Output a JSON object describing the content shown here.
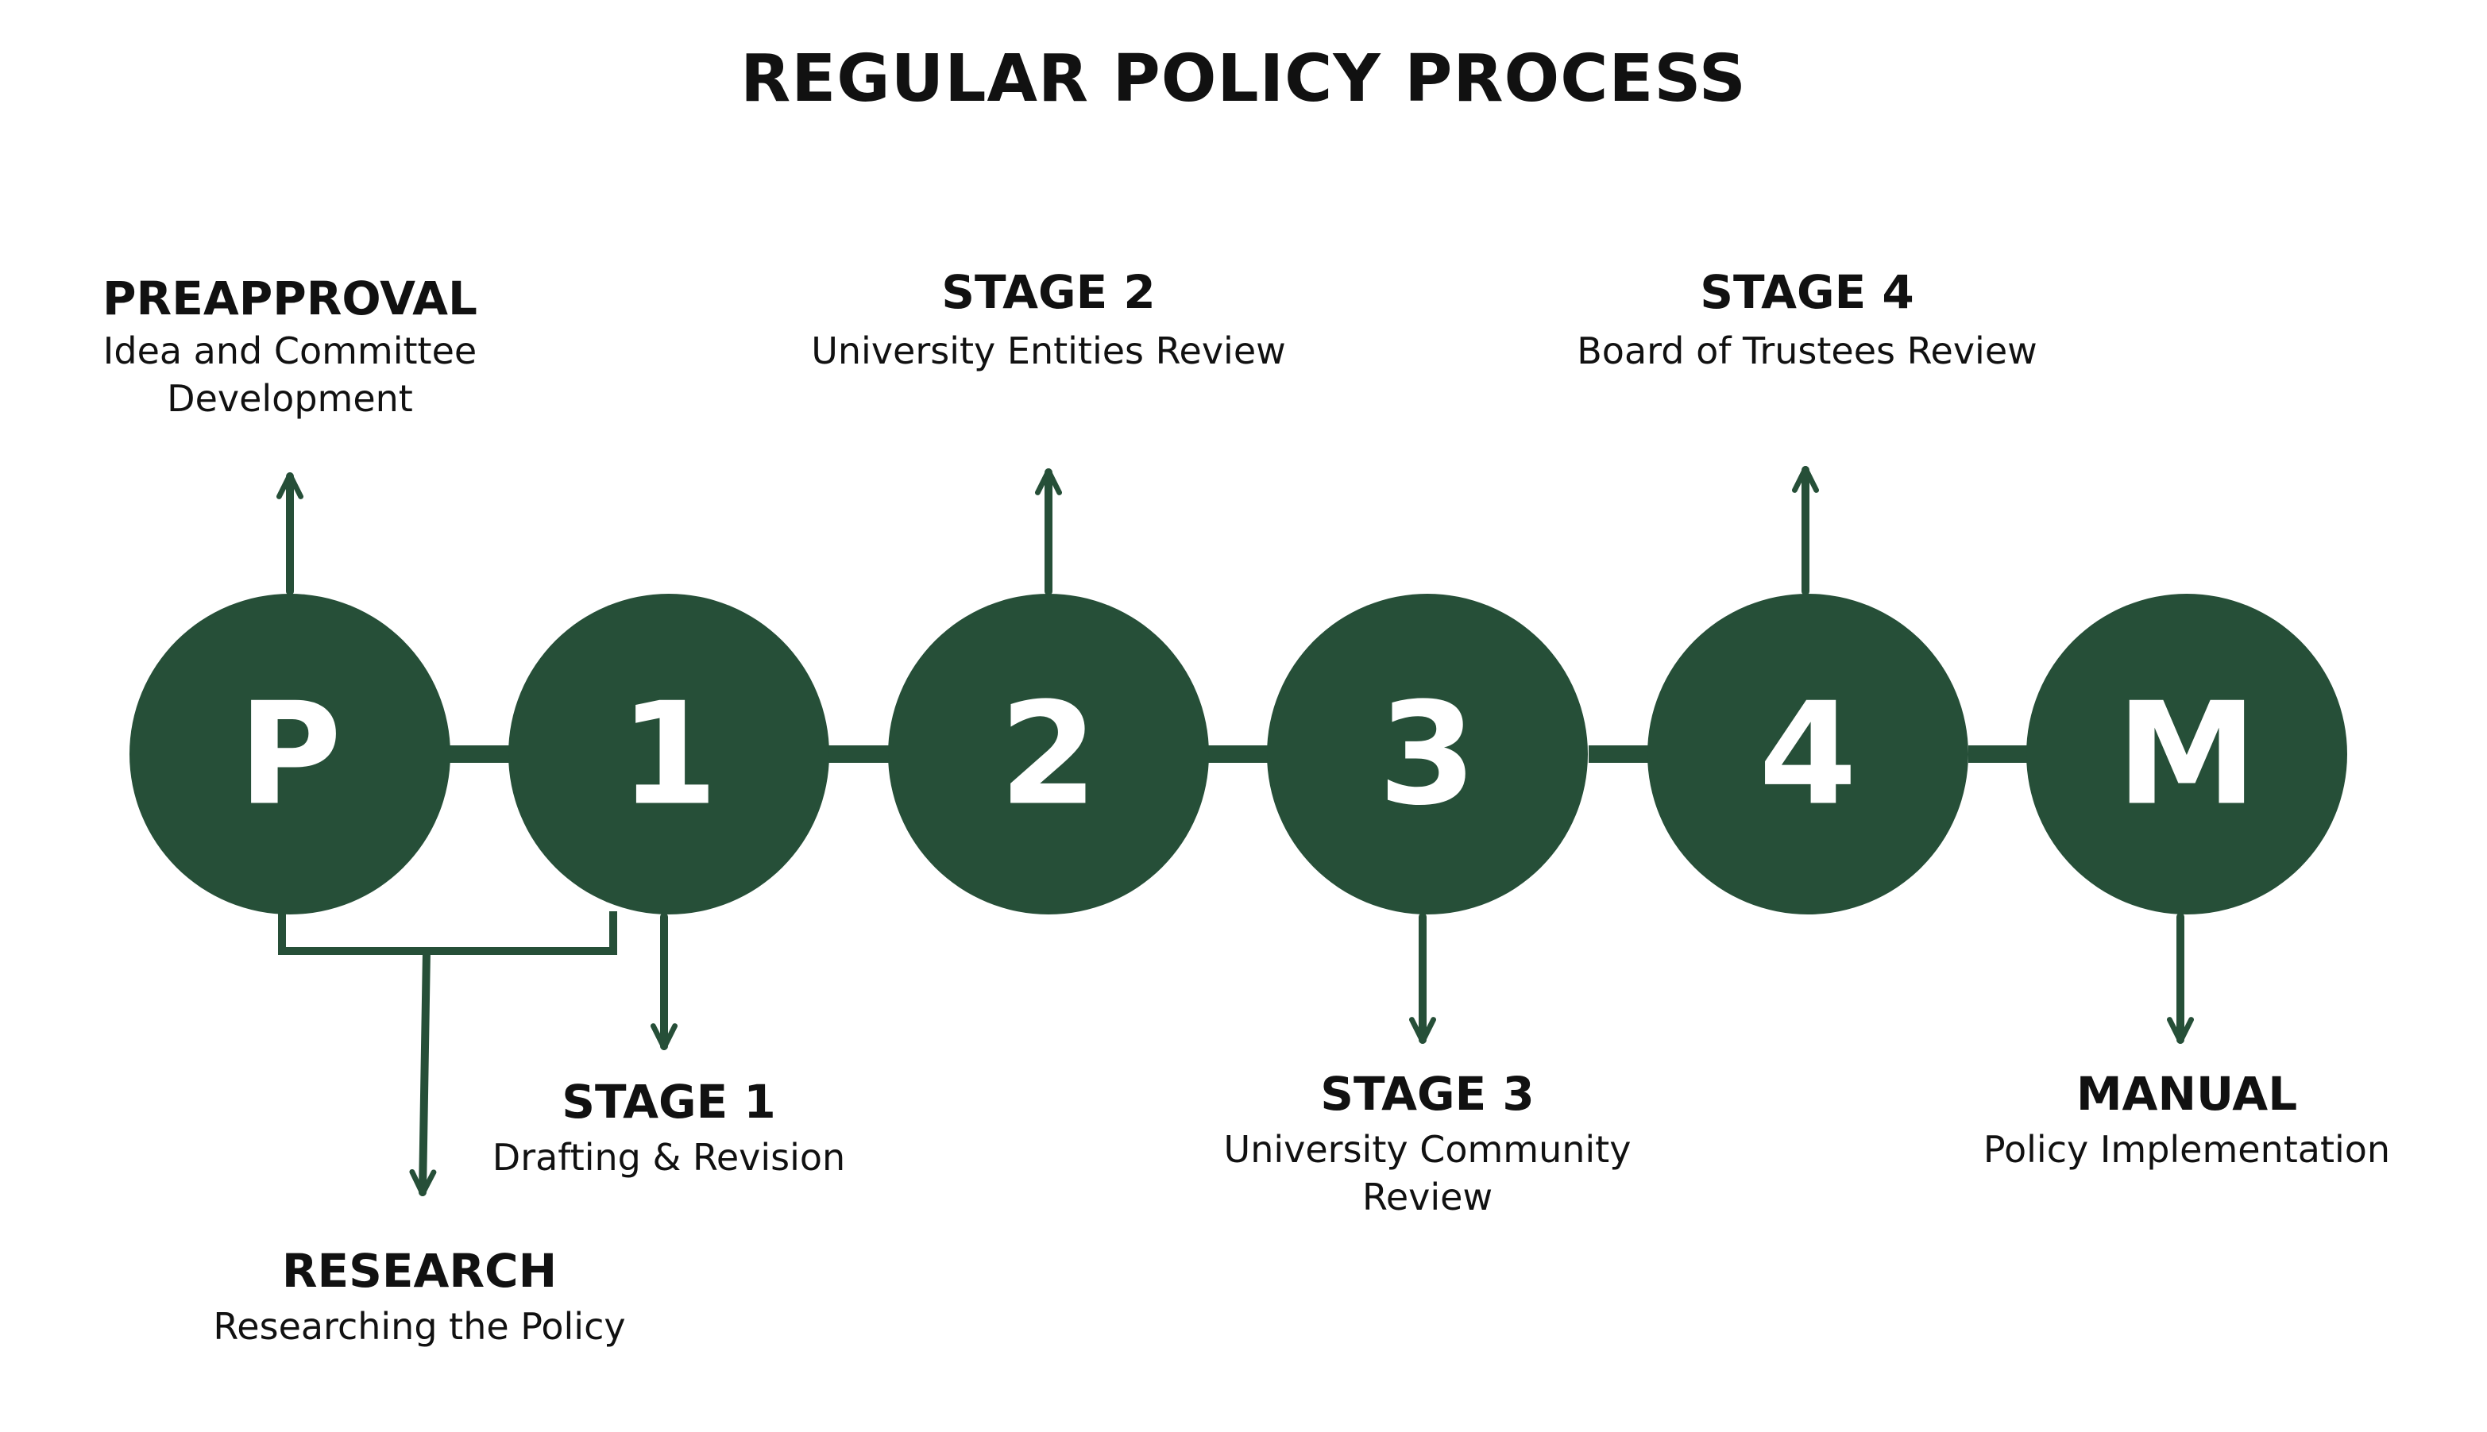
{
  "title": "REGULAR POLICY PROCESS",
  "colors": {
    "accent": "#264f38",
    "text": "#111111",
    "circle_text": "#ffffff"
  },
  "nodes": [
    {
      "symbol": "P",
      "heading": "PREAPPROVAL",
      "description": "Idea and Committee\nDevelopment"
    },
    {
      "symbol": "1",
      "heading": "STAGE 1",
      "description": "Drafting & Revision"
    },
    {
      "symbol": "2",
      "heading": "STAGE 2",
      "description": "University Entities Review"
    },
    {
      "symbol": "3",
      "heading": "STAGE 3",
      "description": "University Community\nReview"
    },
    {
      "symbol": "4",
      "heading": "STAGE 4",
      "description": "Board of Trustees Review"
    },
    {
      "symbol": "M",
      "heading": "MANUAL",
      "description": "Policy Implementation"
    }
  ],
  "research": {
    "heading": "RESEARCH",
    "description": "Researching the Policy"
  }
}
